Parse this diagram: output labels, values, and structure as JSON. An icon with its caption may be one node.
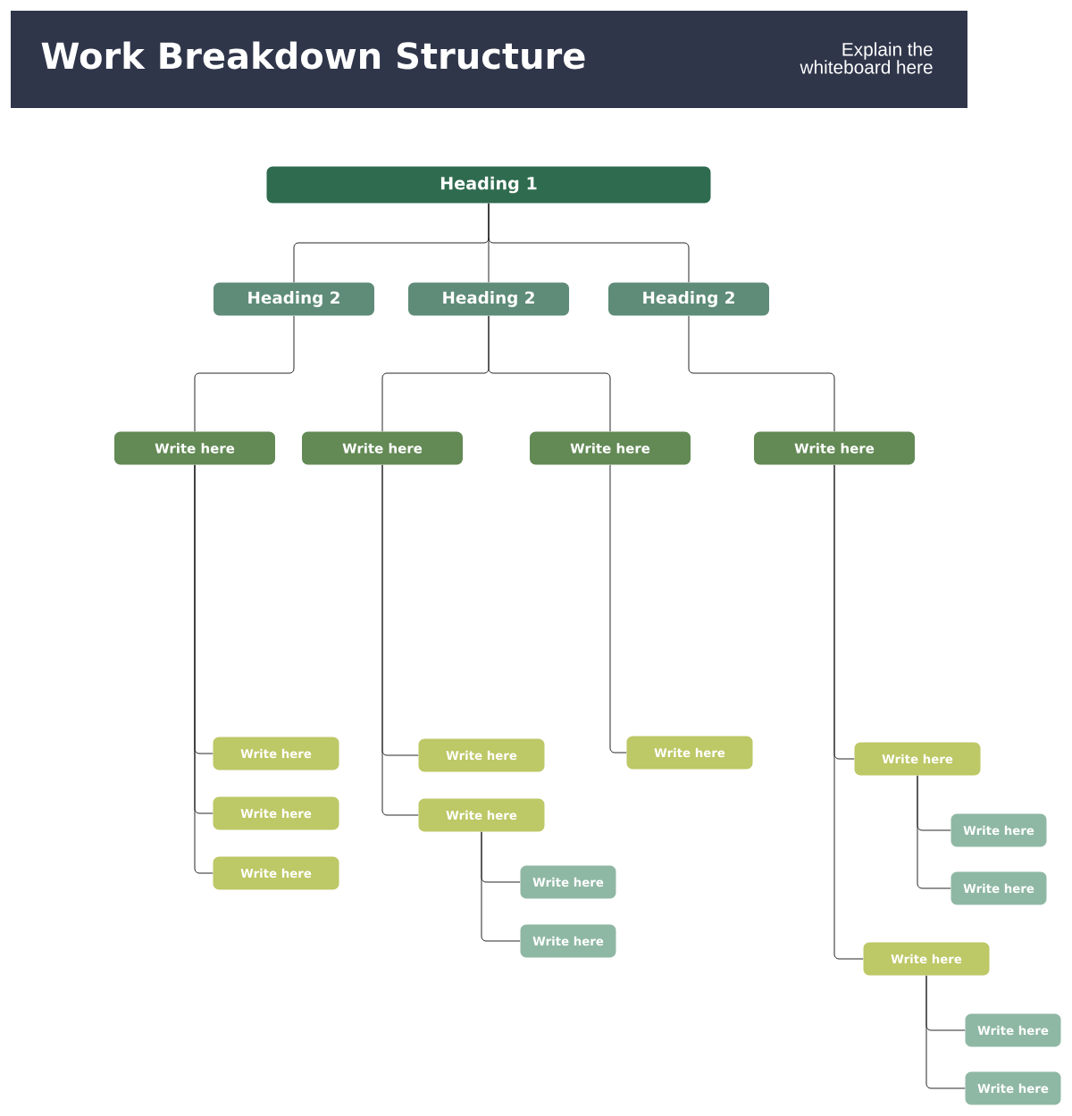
{
  "diagram": {
    "title": "Work Breakdown Structure",
    "nodes": [
      {
        "text": [
          "Heading 1"
        ]
      },
      {
        "text": [
          "Heading 2"
        ]
      },
      {
        "text": [
          "Heading 2"
        ]
      },
      {
        "text": [
          "Heading 2"
        ]
      },
      {
        "text": [
          "Write here"
        ]
      },
      {
        "text": [
          "Write here"
        ]
      },
      {
        "text": [
          "Write here"
        ]
      },
      {
        "text": [
          "Write here"
        ]
      },
      {
        "text": [
          "Write here"
        ]
      },
      {
        "text": [
          "Write here"
        ]
      },
      {
        "text": [
          "Write here"
        ]
      },
      {
        "text": [
          "Write here"
        ]
      },
      {
        "text": [
          "Write here"
        ]
      },
      {
        "text": [
          "Write here"
        ]
      },
      {
        "text": [
          "Write here"
        ]
      },
      {
        "text": [
          "Write here"
        ]
      },
      {
        "text": [
          "Write here"
        ]
      },
      {
        "text": [
          "Write here"
        ]
      },
      {
        "text": [
          "Write here"
        ]
      },
      {
        "text": [
          "Write here"
        ]
      },
      {
        "text": [
          "Write here"
        ]
      },
      {
        "text": [
          "Write here"
        ]
      }
    ],
    "edges": [
      {
        "from": 0,
        "to": 1,
        "arrow": "none"
      },
      {
        "from": 0,
        "to": 2,
        "arrow": "none"
      },
      {
        "from": 0,
        "to": 3,
        "arrow": "none"
      },
      {
        "from": 1,
        "to": 4,
        "arrow": "none"
      },
      {
        "from": 2,
        "to": 5,
        "arrow": "none"
      },
      {
        "from": 2,
        "to": 6,
        "arrow": "none"
      },
      {
        "from": 3,
        "to": 7,
        "arrow": "none"
      },
      {
        "from": 4,
        "to": 8,
        "arrow": "none"
      },
      {
        "from": 4,
        "to": 9,
        "arrow": "none"
      },
      {
        "from": 4,
        "to": 10,
        "arrow": "none"
      },
      {
        "from": 5,
        "to": 11,
        "arrow": "none"
      },
      {
        "from": 5,
        "to": 12,
        "arrow": "none"
      },
      {
        "from": 12,
        "to": 13,
        "arrow": "none"
      },
      {
        "from": 12,
        "to": 14,
        "arrow": "none"
      },
      {
        "from": 6,
        "to": 15,
        "arrow": "none"
      },
      {
        "from": 7,
        "to": 16,
        "arrow": "none"
      },
      {
        "from": 7,
        "to": 19,
        "arrow": "none"
      },
      {
        "from": 16,
        "to": 17,
        "arrow": "none"
      },
      {
        "from": 16,
        "to": 18,
        "arrow": "none"
      },
      {
        "from": 19,
        "to": 20,
        "arrow": "none"
      },
      {
        "from": 19,
        "to": 21,
        "arrow": "none"
      }
    ],
    "labels": [
      "Explain the whiteboard here"
    ]
  }
}
